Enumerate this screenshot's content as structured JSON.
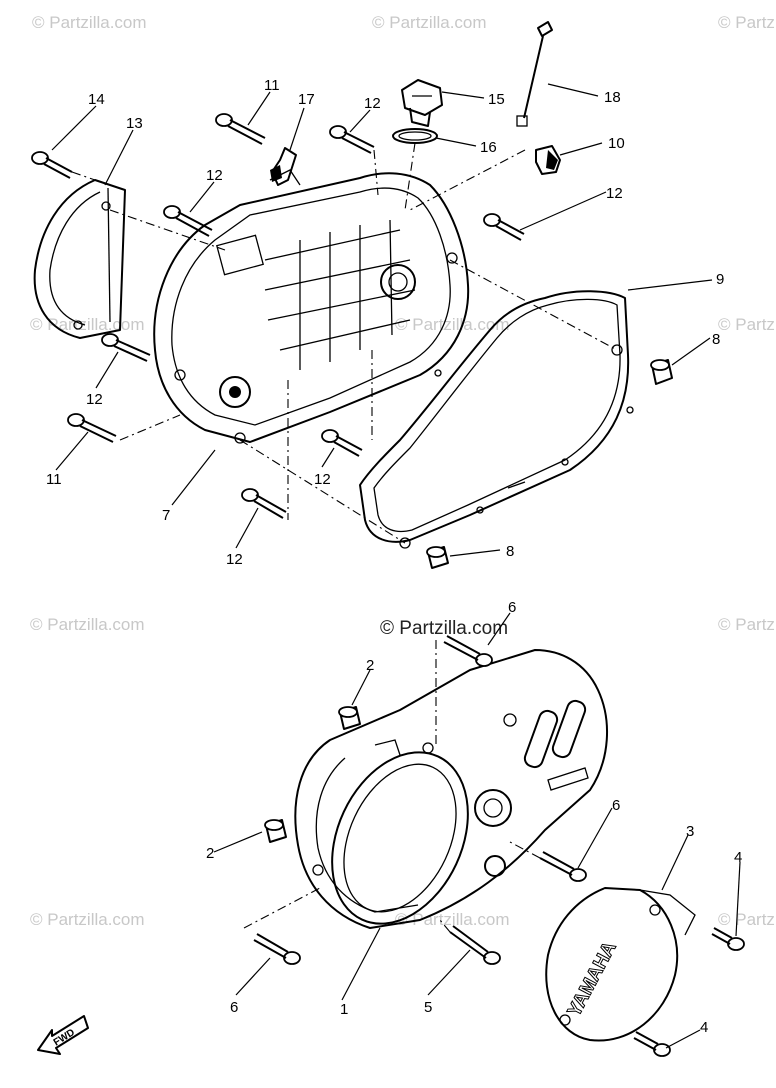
{
  "watermarks": {
    "brand": "© Partzilla.com",
    "main": "© Partzilla.com"
  },
  "callouts": {
    "c14": "14",
    "c13": "13",
    "c11a": "11",
    "c17": "17",
    "c12a": "12",
    "c15": "15",
    "c18": "18",
    "c16": "16",
    "c10": "10",
    "c12b": "12",
    "c12c": "12",
    "c9": "9",
    "c8a": "8",
    "c12d": "12",
    "c11b": "11",
    "c12e": "12",
    "c7": "7",
    "c12f": "12",
    "c8b": "8",
    "c6a": "6",
    "c2a": "2",
    "c6b": "6",
    "c3": "3",
    "c2b": "2",
    "c4a": "4",
    "c6c": "6",
    "c1": "1",
    "c5": "5",
    "c4b": "4"
  },
  "cover_logo": "YAMAHA",
  "fwd_label": "FWD"
}
